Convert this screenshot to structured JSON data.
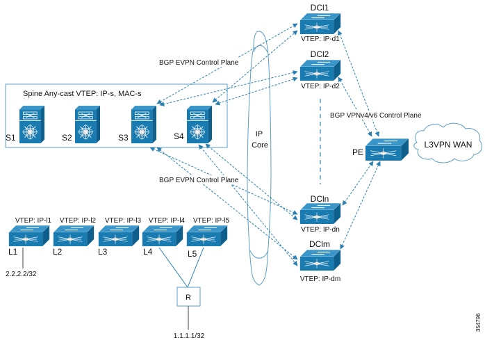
{
  "colors": {
    "device_fill": "#1a7bb0",
    "device_top": "#3a96c8",
    "device_side": "#0e5f8c",
    "link": "#2a80b0",
    "frame": "#5a9ec4",
    "wire": "#444444"
  },
  "spine_group": {
    "title": "Spine Any-cast VTEP: IP-s, MAC-s",
    "spines": [
      {
        "name": "S1"
      },
      {
        "name": "S2"
      },
      {
        "name": "S3"
      },
      {
        "name": "S4"
      }
    ]
  },
  "leaves": [
    {
      "name": "L1",
      "vtep": "VTEP: IP-l1"
    },
    {
      "name": "L2",
      "vtep": "VTEP: IP-l2"
    },
    {
      "name": "L3",
      "vtep": "VTEP: IP-l3"
    },
    {
      "name": "L4",
      "vtep": "VTEP: IP-l4"
    },
    {
      "name": "L5",
      "vtep": "VTEP: IP-l5"
    }
  ],
  "dcis": [
    {
      "name": "DCl1",
      "vtep": "VTEP: IP-d1"
    },
    {
      "name": "DCl2",
      "vtep": "VTEP: IP-d2"
    },
    {
      "name": "DCln",
      "vtep": "VTEP: IP-dn"
    },
    {
      "name": "DClm",
      "vtep": "VTEP: IP-dm"
    }
  ],
  "pe": {
    "name": "PE"
  },
  "wan": {
    "label": "L3VPN WAN"
  },
  "core": {
    "line1": "IP",
    "line2": "Core"
  },
  "router": {
    "name": "R"
  },
  "prefixes": {
    "l1": "2.2.2.2/32",
    "r": "1.1.1.1/32"
  },
  "control_planes": {
    "evpn_top": "BGP EVPN Control Plane",
    "evpn_bottom": "BGP EVPN Control Plane",
    "vpnv4": "BGP VPNv4/v6 Control Plane"
  },
  "figure_id": "354796"
}
